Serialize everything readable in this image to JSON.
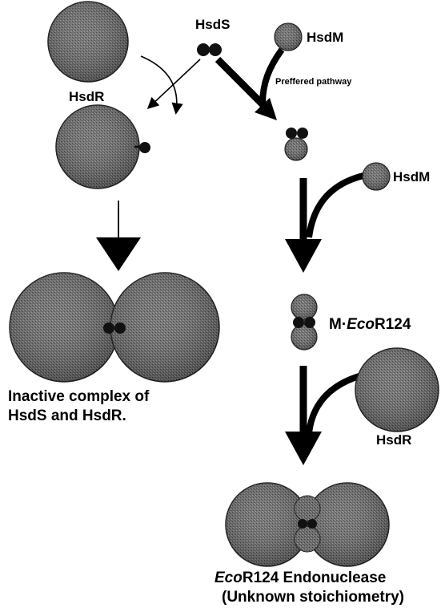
{
  "labels": {
    "hsds": "HsdS",
    "hsdm_top": "HsdM",
    "preferred_pathway": "Preffered pathway",
    "hsdr_top": "HsdR",
    "hsdm_mid": "HsdM",
    "m_prefix": "M·",
    "m_eco": "Eco",
    "m_suffix": "R124",
    "hsdr_bottom": "HsdR",
    "inactive_line1": "Inactive complex of",
    "inactive_line2": "HsdS and HsdR.",
    "endo_eco": "Eco",
    "endo_rest": "R124 Endonuclease",
    "endo_line2": "(Unknown stoichiometry)"
  },
  "colors": {
    "sphere_fill": "#6e6e6e",
    "sphere_dark": "#4a4a4a",
    "subunit_fill": "#1a1a1a",
    "arrow": "#000000",
    "background": "#ffffff"
  }
}
